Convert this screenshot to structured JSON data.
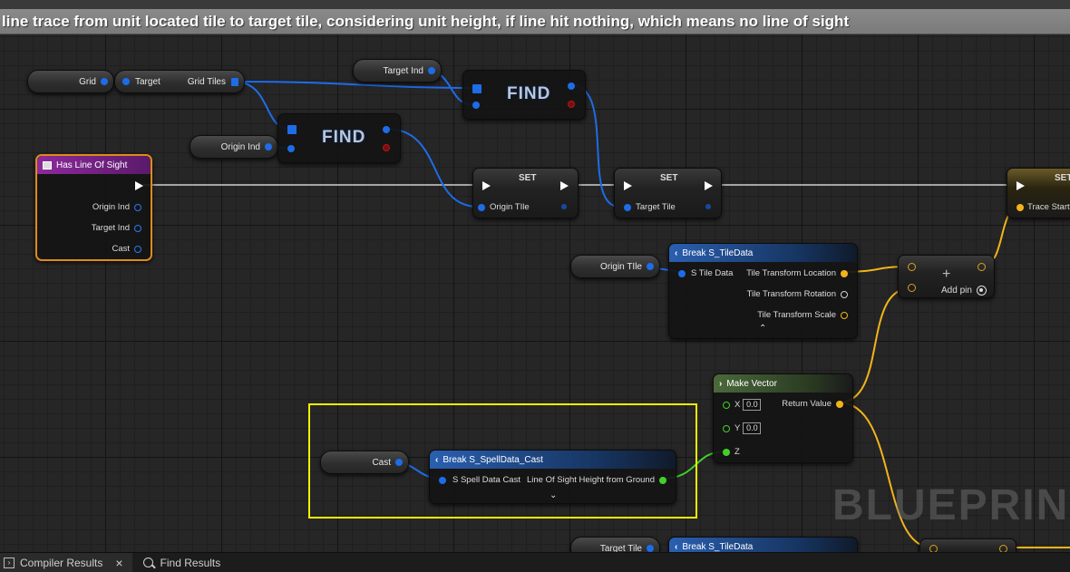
{
  "comment": {
    "text": "line trace from unit located tile to target tile, considering unit height, if line hit nothing, which means no line of sight"
  },
  "vars": {
    "grid": "Grid",
    "target_ind": "Target Ind",
    "origin_ind": "Origin Ind",
    "origin_tile": "Origin TIle",
    "cast": "Cast",
    "target_tile_bottom": "Target Tile"
  },
  "grid_tiles_node": {
    "target": "Target",
    "grid_tiles": "Grid Tiles"
  },
  "find": {
    "title": "FIND"
  },
  "event": {
    "title": "Has Line Of Sight",
    "origin_ind": "Origin Ind",
    "target_ind": "Target Ind",
    "cast": "Cast"
  },
  "set_origin": {
    "title": "SET",
    "pin": "Origin TIle"
  },
  "set_target": {
    "title": "SET",
    "pin": "Target Tile"
  },
  "set_trace": {
    "title": "SET",
    "pin": "Trace Start"
  },
  "break_tile": {
    "title": "Break S_TileData",
    "input": "S Tile Data",
    "out_location": "Tile Transform Location",
    "out_rotation": "Tile Transform Rotation",
    "out_scale": "Tile Transform Scale"
  },
  "add_node": {
    "add_pin": "Add pin"
  },
  "make_vector": {
    "title": "Make Vector",
    "x_label": "X",
    "x_value": "0.0",
    "y_label": "Y",
    "y_value": "0.0",
    "z_label": "Z",
    "return_value": "Return Value"
  },
  "break_spell": {
    "title": "Break S_SpellData_Cast",
    "input": "S Spell Data Cast",
    "output": "Line Of Sight Height from Ground"
  },
  "break_tile_bottom": {
    "title": "Break S_TileData"
  },
  "watermark": {
    "text": "BLUEPRINT"
  },
  "bottom_tabs": {
    "compiler_results": "Compiler Results",
    "close": "×",
    "find_results": "Find Results"
  },
  "colors": {
    "exec_wire": "#d8d8d8",
    "struct_wire": "#1e6ce8",
    "vector_wire": "#f2b41a",
    "float_wire": "#41d12a",
    "highlight": "#f4f000",
    "event_border": "#e08a1a"
  }
}
